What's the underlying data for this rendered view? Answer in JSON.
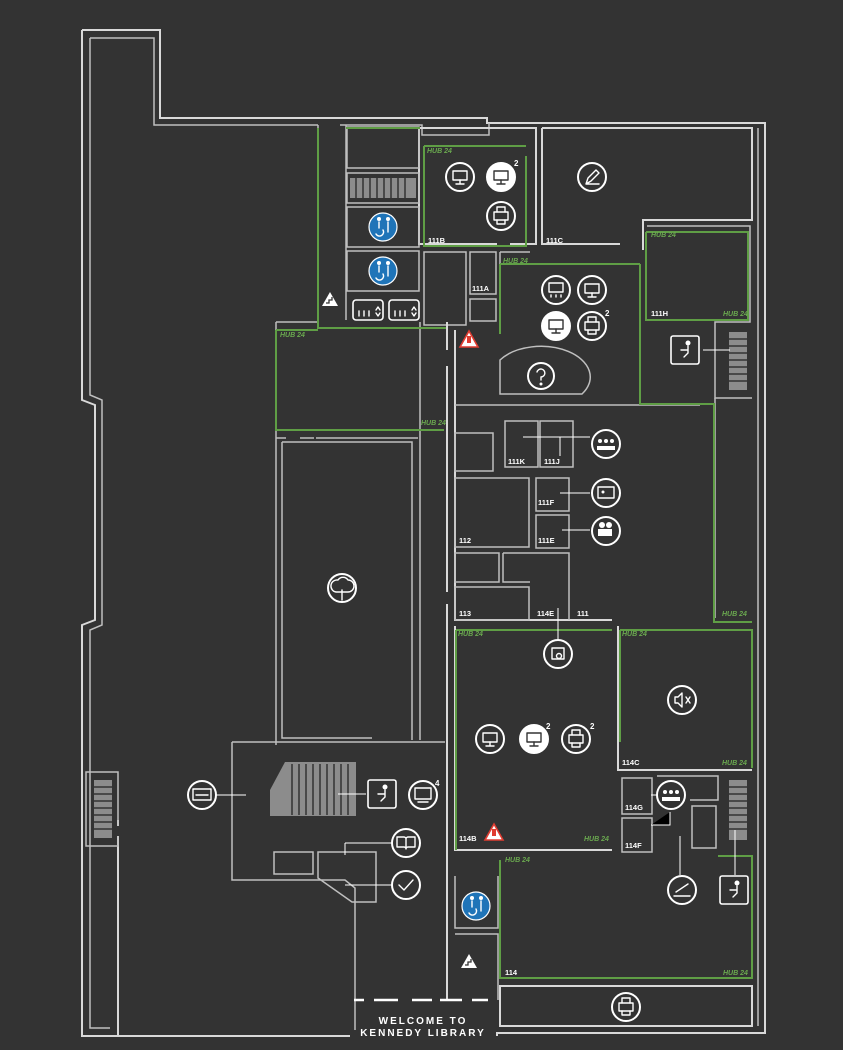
{
  "hub_label": "HUB 24",
  "rooms": {
    "r111B": "111B",
    "r111C": "111C",
    "r111A": "111A",
    "r111H": "111H",
    "r111K": "111K",
    "r111J": "111J",
    "r111F": "111F",
    "r111E": "111E",
    "r112": "112",
    "r113": "113",
    "r114E": "114E",
    "r111": "111",
    "r114C": "114C",
    "r114G": "114G",
    "r114F": "114F",
    "r114B": "114B",
    "r114": "114"
  },
  "counts": {
    "monitor_2_a": "2",
    "printer_2_a": "2",
    "monitor_2_b": "2",
    "printer_2_b": "2",
    "tv_4": "4"
  },
  "entrance": {
    "line1": "WELCOME TO",
    "line2": "KENNEDY LIBRARY"
  },
  "colors": {
    "background": "#333333",
    "wall": "#d9d9d9",
    "hub_outline": "#5f9e45",
    "accessible_blue": "#1f74b8",
    "alert_red": "#e03c31"
  }
}
